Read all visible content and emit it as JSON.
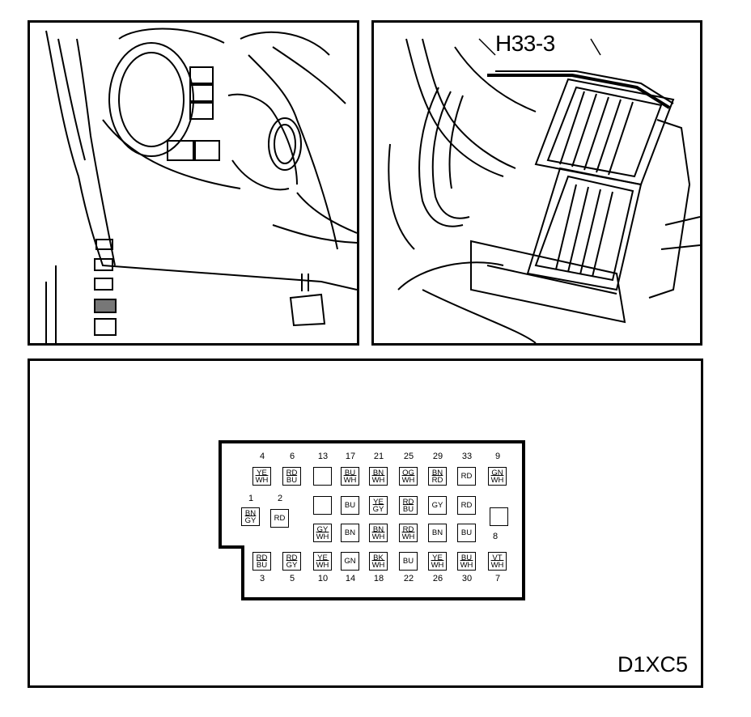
{
  "callout_label": "H33-3",
  "diagram_code": "D1XC5",
  "connector": {
    "top_numbers": [
      "4",
      "6",
      "13",
      "17",
      "21",
      "25",
      "29",
      "33",
      "9"
    ],
    "bottom_numbers": [
      "3",
      "5",
      "10",
      "14",
      "18",
      "22",
      "26",
      "30",
      "7"
    ],
    "side_numbers": {
      "p1": "1",
      "p2": "2",
      "p8": "8"
    },
    "pins": {
      "p4": [
        "YE",
        "WH"
      ],
      "p6": [
        "RD",
        "BU"
      ],
      "p13": [],
      "p17": [
        "BU",
        "WH"
      ],
      "p21": [
        "BN",
        "WH"
      ],
      "p25": [
        "OG",
        "WH"
      ],
      "p29": [
        "BN",
        "RD"
      ],
      "p33": [
        "RD"
      ],
      "p9": [
        "GN",
        "WH"
      ],
      "p1": [
        "BN",
        "GY"
      ],
      "p2": [
        "RD"
      ],
      "p15": [],
      "p19": [
        "BU"
      ],
      "p23": [
        "YE",
        "GY"
      ],
      "p27": [
        "RD",
        "BU"
      ],
      "p31": [
        "GY"
      ],
      "p35": [
        "RD"
      ],
      "p8": [],
      "p11": [
        "GY",
        "WH"
      ],
      "p16": [
        "BN"
      ],
      "p20": [
        "BN",
        "WH"
      ],
      "p24": [
        "RD",
        "WH"
      ],
      "p28": [
        "BN"
      ],
      "p32": [
        "BU"
      ],
      "p3": [
        "RD",
        "BU"
      ],
      "p5": [
        "RD",
        "GY"
      ],
      "p10": [
        "YE",
        "WH"
      ],
      "p14": [
        "GN"
      ],
      "p18": [
        "BK",
        "WH"
      ],
      "p22": [
        "BU"
      ],
      "p26": [
        "YE",
        "WH"
      ],
      "p30": [
        "BU",
        "WH"
      ],
      "p7": [
        "VT",
        "WH"
      ]
    }
  }
}
